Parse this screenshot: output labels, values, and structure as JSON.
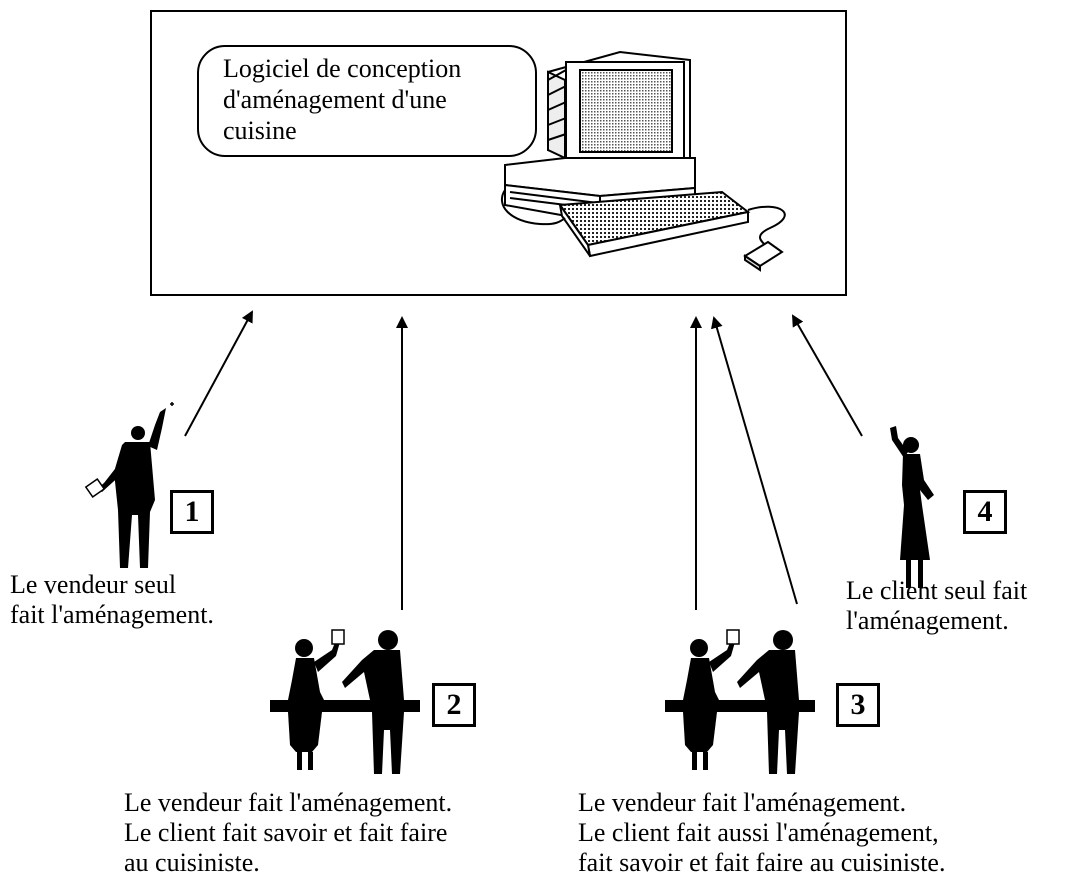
{
  "software": {
    "label_lines": [
      "Logiciel de conception",
      "d'aménagement d'une",
      "cuisine"
    ]
  },
  "scenarios": [
    {
      "number": "1",
      "caption_lines": [
        "Le vendeur seul",
        "fait l'aménagement."
      ]
    },
    {
      "number": "2",
      "caption_lines": [
        "Le vendeur fait l'aménagement.",
        "Le client fait savoir et fait faire",
        "au cuisiniste."
      ]
    },
    {
      "number": "3",
      "caption_lines": [
        "Le vendeur fait l'aménagement.",
        "Le client fait aussi l'aménagement,",
        "fait savoir et fait faire au cuisiniste."
      ]
    },
    {
      "number": "4",
      "caption_lines": [
        "Le client seul fait",
        "l'aménagement."
      ]
    }
  ]
}
